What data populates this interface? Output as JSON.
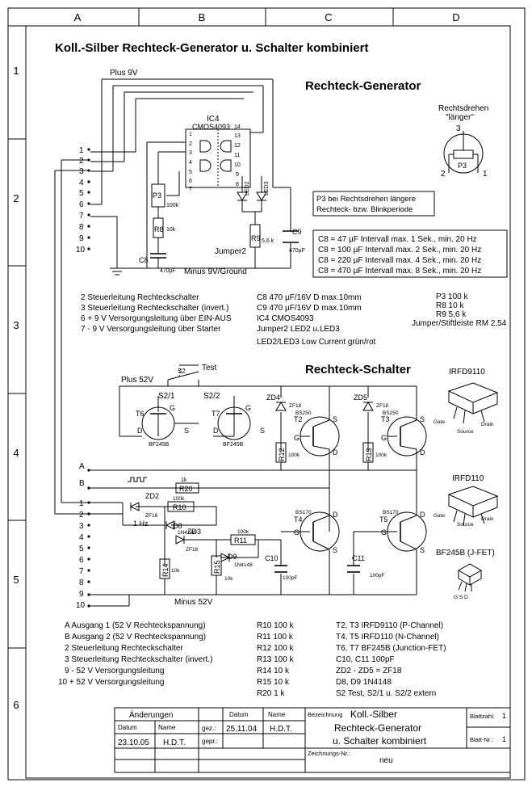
{
  "frame": {
    "cols": [
      "A",
      "B",
      "C",
      "D"
    ],
    "rows": [
      "1",
      "2",
      "3",
      "4",
      "5",
      "6"
    ]
  },
  "title": "Koll.-Silber Rechteck-Generator u. Schalter kombiniert",
  "generator": {
    "heading": "Rechteck-Generator",
    "plus": "Plus 9V",
    "minus": "Minus 9V/Ground",
    "ic_name": "IC4",
    "ic_type": "CMOS4093",
    "pin_numbers": [
      "1",
      "2",
      "3",
      "4",
      "5",
      "6",
      "7",
      "8",
      "9",
      "10",
      "11",
      "12",
      "13",
      "14"
    ],
    "jumper": "Jumper2",
    "parts": {
      "p3": "P3",
      "p3_val": "100k",
      "r8": "R8",
      "r8_val": "10k",
      "r9": "R9",
      "r9_val": "5,6 k",
      "c8": "C8",
      "c8_val": "470µF",
      "c9": "C9",
      "c9_val": "470µF",
      "led2": "LED2",
      "led3": "LED3"
    },
    "pot": {
      "caption1": "Rechtsdrehen",
      "caption2": "\"länger\"",
      "pin3": "3",
      "pin2": "2",
      "pin1": "1",
      "label": "P3"
    },
    "note": [
      "P3 bei Rechtsdrehen längere",
      "Rechteck- bzw. Blinkperiode"
    ],
    "intervals": [
      "C8 =   47 µF Intervall max. 1 Sek., min. 20 Hz",
      "C8 = 100 µF Intervall max. 2 Sek., min. 20 Hz",
      "C8 = 220 µF Intervall max. 4 Sek., min. 20 Hz",
      "C8 = 470 µF Intervall max. 8 Sek., min. 20 Hz"
    ],
    "connector_pins": [
      "1",
      "2",
      "3",
      "4",
      "5",
      "6",
      "7",
      "8",
      "9",
      "10"
    ],
    "legend_left": [
      "2  Steuerleitung Rechteckschalter",
      "3  Steuerleitung Rechteckschalter (invert.)",
      "6  + 9 V Versorgungsleitung über EIN-AUS",
      "7  - 9 V Versorgungsleitung über Starter"
    ],
    "legend_mid": [
      "C8 470 µF/16V D max.10mm",
      "C9 470 µF/16V D max.10mm",
      "IC4  CMOS4093",
      "Jumper2  LED2 u.LED3",
      "LED2/LED3  Low Current grün/rot"
    ],
    "legend_right": [
      "P3  100 k",
      "R8  10 k",
      "R9  5,6 k",
      "Jumper/Stiftleiste RM 2,54"
    ]
  },
  "switcher": {
    "heading": "Rechteck-Schalter",
    "plus": "Plus 52V",
    "minus": "Minus 52V",
    "test": "Test",
    "s2": "S2",
    "s21": "S2/1",
    "s22": "S2/2",
    "line_a": "A",
    "line_b": "B",
    "hz": "1 Hz",
    "gate_labels": {
      "g": "G",
      "s": "S",
      "d": "D"
    },
    "parts": {
      "t6": "T6",
      "t7": "T7",
      "bf": "BF245B",
      "t2": "T2",
      "t3": "T3",
      "bs250": "BS250",
      "t4": "T4",
      "t5": "T5",
      "bs170": "BS170",
      "zd2": "ZD2",
      "zd3": "ZD3",
      "zd4": "ZD4",
      "zd5": "ZD5",
      "zf18": "ZF18",
      "d8": "D8",
      "d9": "D9",
      "n4148": "1N4148",
      "r10": "R10",
      "r11": "R11",
      "r12": "R12",
      "r13": "R13",
      "r14": "R14",
      "r15": "R15",
      "r20": "R20",
      "v1k": "1k",
      "v10k": "10k",
      "v100k": "100k",
      "c10": "C10",
      "c11": "C11",
      "v100pf": "100pF"
    },
    "packages": {
      "irfd9110": "IRFD9110",
      "irfd110": "IRFD110",
      "bf245b": "BF245B (J-FET)",
      "gate": "Gate",
      "source": "Source",
      "drain": "Drain",
      "gsd": "G S D"
    },
    "legend_left": [
      "A  Ausgang 1 (52 V Rechteckspannung)",
      "B  Ausgang 2 (52 V Rechteckspannung)",
      "2  Steuerleitung Rechteckschalter",
      "3  Steuerleitung Rechteckschalter (invert.)",
      "9  - 52 V Versorgungsleitung",
      "10  + 52 V Versorgungsleitung"
    ],
    "legend_mid": [
      "R10  100 k",
      "R11  100 k",
      "R12  100 k",
      "R13  100 k",
      "R14  10 k",
      "R15  10 k",
      "R20  1 k"
    ],
    "legend_right": [
      "T2, T3  IRFD9110  (P-Channel)",
      "T4, T5  IRFD110  (N-Channel)",
      "T6, T7  BF245B (Junction-FET)",
      "C10, C11  100pF",
      "ZD2 - ZD5  =  ZF18",
      "D8, D9  1N4148",
      "S2  Test, S2/1 u. S2/2 extern"
    ]
  },
  "titleblock": {
    "aenderungen": "Änderungen",
    "datum": "Datum",
    "name": "Name",
    "datum_val": "23.10.05",
    "name_val": "H.D.T.",
    "gez": "gez.:",
    "gepr": "gepr.:",
    "gez_datum": "25.11.04",
    "gez_name": "H.D.T.",
    "bezeichnung": "Bezeichnung",
    "bez_l1": "Koll.-Silber",
    "bez_l2": "Rechteck-Generator",
    "bez_l3": "u. Schalter kombiniert",
    "blattzahl": "Blattzahl:",
    "blattzahl_val": "1",
    "blattnr": "Blatt-Nr.:",
    "blattnr_val": "1",
    "zeichnungsnr": "Zeichnungs-Nr.:",
    "zeichnungsnr_val": "neu"
  }
}
